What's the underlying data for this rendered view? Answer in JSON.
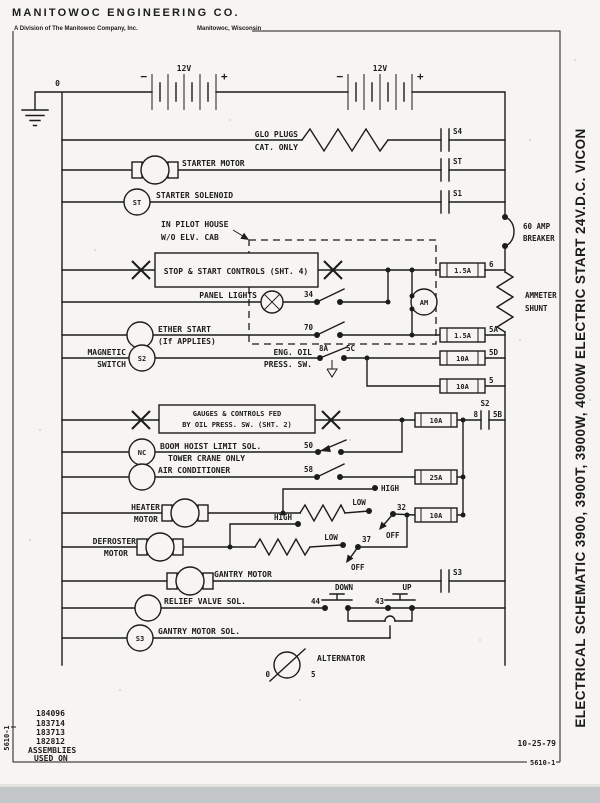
{
  "colors": {
    "ink": "#1c1c1c",
    "paper": "#f7f5f2",
    "scanbar": "#c4c7ca"
  },
  "header": {
    "company": "MANITOWOC ENGINEERING CO.",
    "division": "A Division of The Manitowoc Company, Inc.",
    "location": "Manitowoc, Wisconsin"
  },
  "titleblock": {
    "vertical_title": "ELECTRICAL SCHEMATIC 3900, 3900T, 3900W, 4000W  ELECTRIC START 24V.D.C. VICON",
    "date": "10-25-79",
    "sheet_left": "5610-1",
    "sheet_right": "5610-1"
  },
  "assemblies": {
    "numbers": [
      "184096",
      "183714",
      "183713",
      "182812"
    ],
    "heading1": "ASSEMBLIES",
    "heading2": "USED ON"
  },
  "power": {
    "ground_wire": "0",
    "battery1": {
      "minus": "−",
      "volts": "12V",
      "plus": "+"
    },
    "battery2": {
      "minus": "−",
      "volts": "12V",
      "plus": "+"
    }
  },
  "breaker": {
    "line1": "60 AMP",
    "line2": "BREAKER"
  },
  "shunt": {
    "line1": "AMMETER",
    "line2": "SHUNT"
  },
  "ammeter": {
    "label": "AM"
  },
  "fuses": {
    "f6": {
      "value": "1.5A",
      "wire": "6"
    },
    "f5a": {
      "value": "1.5A",
      "wire": "5A"
    },
    "f5d": {
      "value": "10A",
      "wire": "5D"
    },
    "f5": {
      "value": "10A",
      "wire": "5"
    },
    "f8": {
      "value": "10A",
      "wire_left": "8",
      "contact": "S2",
      "wire_right": "5B"
    },
    "f25": {
      "value": "25A"
    },
    "fheater": {
      "value": "10A"
    }
  },
  "rows": {
    "glo_plugs": {
      "line1": "GLO PLUGS",
      "line2": "CAT. ONLY",
      "contact": "S4"
    },
    "starter_motor": {
      "label": "STARTER MOTOR",
      "contact": "ST"
    },
    "starter_solenoid": {
      "label": "STARTER SOLENOID",
      "coil": "ST",
      "contact": "S1"
    },
    "pilot_house": {
      "line1": "IN PILOT HOUSE",
      "line2": "W/O ELV. CAB"
    },
    "stop_start": {
      "label": "STOP & START CONTROLS (SHT. 4)"
    },
    "panel_lights": {
      "label": "PANEL LIGHTS",
      "wire": "34"
    },
    "ether_start": {
      "line1": "ETHER START",
      "line2": "(If APPLIES)",
      "wire": "70"
    },
    "magnetic_switch": {
      "line1": "MAGNETIC",
      "line2": "SWITCH",
      "coil": "S2"
    },
    "eng_oil": {
      "line1": "ENG. OIL",
      "line2": "PRESS. SW.",
      "wire_left": "8A",
      "wire_right": "5C"
    },
    "gauges": {
      "line1": "GAUGES & CONTROLS FED",
      "line2": "BY OIL PRESS. SW. (SHT. 2)"
    },
    "boom_hoist": {
      "coil": "NC",
      "line1": "BOOM HOIST LIMIT SOL.",
      "line2": "TOWER CRANE ONLY",
      "wire": "50"
    },
    "air_conditioner": {
      "label": "AIR CONDITIONER",
      "wire": "58"
    },
    "heater": {
      "line1": "HEATER",
      "line2": "MOTOR",
      "high": "HIGH",
      "low": "LOW",
      "wire": "32",
      "off": "OFF"
    },
    "defroster": {
      "line1": "DEFROSTER",
      "line2": "MOTOR",
      "high": "HIGH",
      "low": "LOW",
      "wire": "37",
      "off": "OFF"
    },
    "gantry_motor": {
      "label": "GANTRY MOTOR",
      "contact": "S3"
    },
    "relief_valve": {
      "label": "RELIEF VALVE SOL.",
      "wire_down": "44",
      "down": "DOWN",
      "wire_up": "43",
      "up": "UP"
    },
    "gantry_sol": {
      "coil": "S3",
      "label": "GANTRY MOTOR SOL."
    },
    "alternator": {
      "label": "ALTERNATOR",
      "wire_left": "0",
      "wire_right": "5"
    }
  }
}
